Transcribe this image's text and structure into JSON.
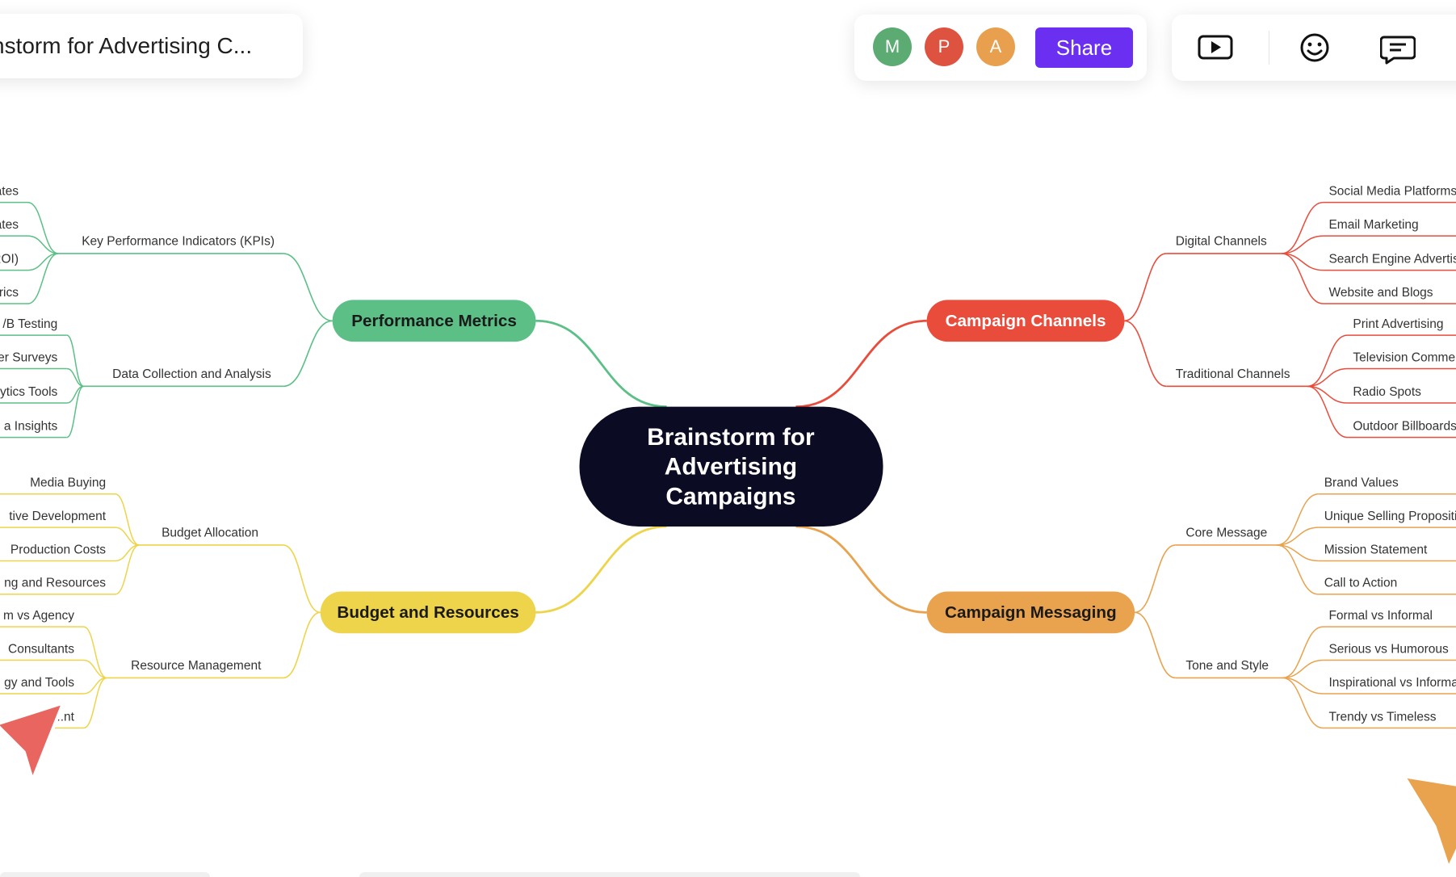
{
  "header": {
    "title": "nstorm for Advertising C...",
    "share_label": "Share",
    "avatars": [
      {
        "initial": "M",
        "color": "#5bab73"
      },
      {
        "initial": "P",
        "color": "#de5340"
      },
      {
        "initial": "A",
        "color": "#e8a04f"
      }
    ],
    "tools": [
      "present-icon",
      "emoji-icon",
      "comment-icon"
    ]
  },
  "mindmap": {
    "central": {
      "lines": [
        "Brainstorm for",
        "Advertising",
        "Campaigns"
      ],
      "color": "#0b0b23"
    },
    "branches": [
      {
        "label": "Performance Metrics",
        "color": "#5bbf86",
        "subs": [
          {
            "label": "Key Performance Indicators (KPIs)",
            "leaves": [
              "ates",
              "ates",
              "ROI)",
              "trics"
            ]
          },
          {
            "label": "Data Collection and Analysis",
            "leaves": [
              "/B Testing",
              "er Surveys",
              "ytics Tools",
              "a Insights"
            ]
          }
        ]
      },
      {
        "label": "Campaign Channels",
        "color": "#ea4c3b",
        "subs": [
          {
            "label": "Digital Channels",
            "leaves": [
              "Social Media Platforms",
              "Email Marketing",
              "Search Engine Advertising",
              "Website and Blogs"
            ]
          },
          {
            "label": "Traditional Channels",
            "leaves": [
              "Print Advertising",
              "Television Commercials",
              "Radio Spots",
              "Outdoor Billboards"
            ]
          }
        ]
      },
      {
        "label": "Budget and Resources",
        "color": "#eed44a",
        "subs": [
          {
            "label": "Budget Allocation",
            "leaves": [
              "Media Buying",
              "tive Development",
              "Production Costs",
              "ng and Resources"
            ]
          },
          {
            "label": "Resource Management",
            "leaves": [
              "m vs Agency",
              "Consultants",
              "gy and Tools",
              "Mar...nt"
            ]
          }
        ]
      },
      {
        "label": "Campaign Messaging",
        "color": "#e9a24e",
        "subs": [
          {
            "label": "Core Message",
            "leaves": [
              "Brand Values",
              "Unique Selling Proposition",
              "Mission Statement",
              "Call to Action"
            ]
          },
          {
            "label": "Tone and Style",
            "leaves": [
              "Formal vs Informal",
              "Serious vs Humorous",
              "Inspirational vs Informational",
              "Trendy vs Timeless"
            ]
          }
        ]
      }
    ]
  },
  "cursors": [
    {
      "name": "cursor-red",
      "color": "#e96560"
    },
    {
      "name": "cursor-orange",
      "color": "#e9a24e"
    }
  ]
}
